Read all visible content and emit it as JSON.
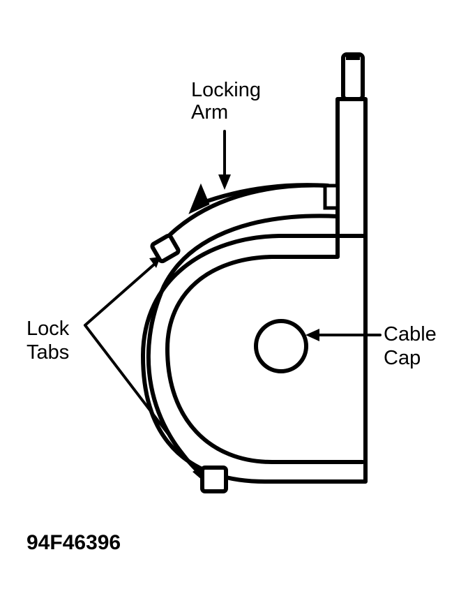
{
  "labels": {
    "locking_arm": [
      "Locking",
      "Arm"
    ],
    "lock_tabs": [
      "Lock",
      "Tabs"
    ],
    "cable_cap": [
      "Cable",
      "Cap"
    ]
  },
  "figure_code": "94F46396",
  "colors": {
    "ink": "#000000",
    "paper": "#ffffff"
  }
}
